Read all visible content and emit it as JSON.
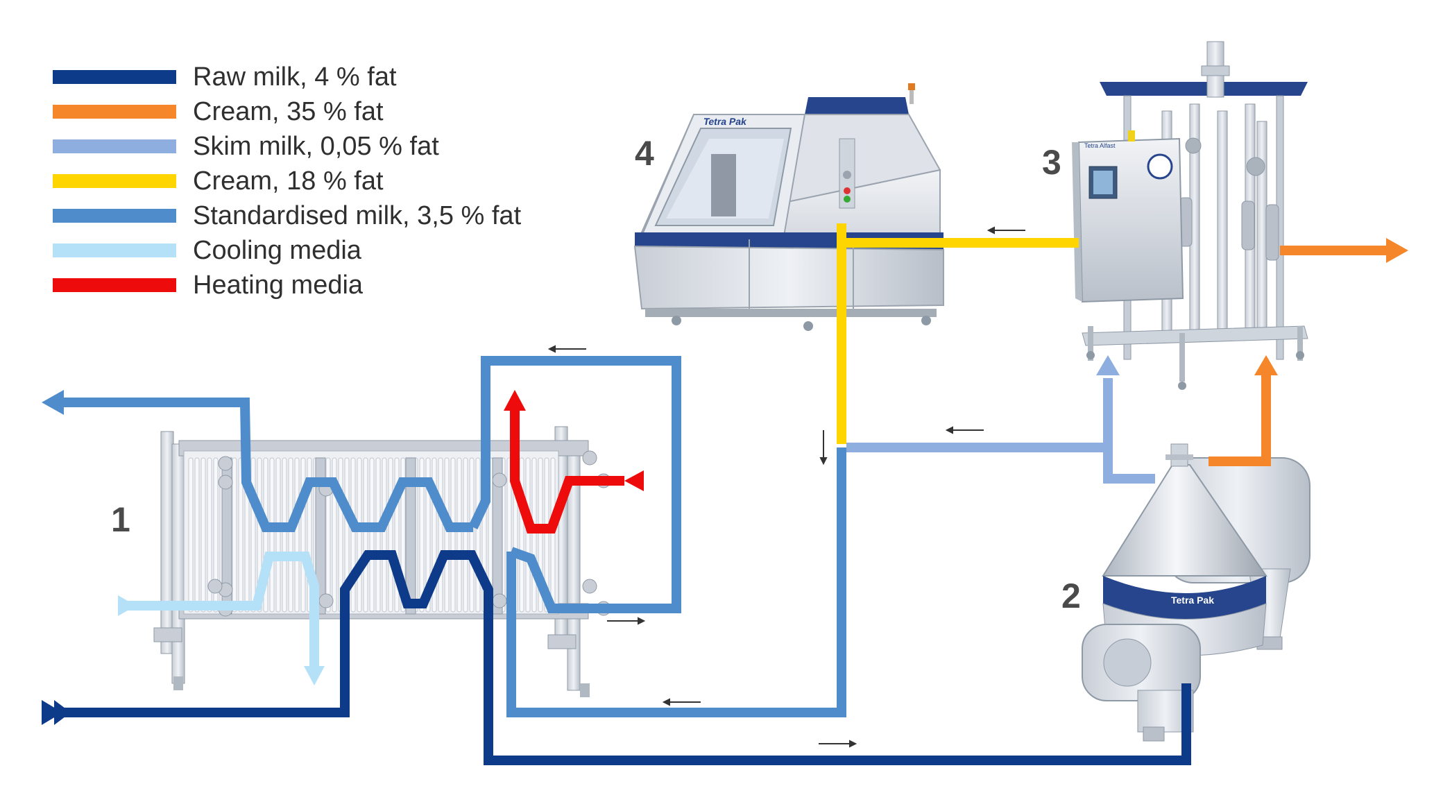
{
  "legend": [
    {
      "label": "Raw milk, 4 % fat",
      "color": "#0d3b8a"
    },
    {
      "label": "Cream, 35 % fat",
      "color": "#f5872a"
    },
    {
      "label": "Skim milk, 0,05 % fat",
      "color": "#8daedf"
    },
    {
      "label": "Cream, 18 % fat",
      "color": "#ffd500"
    },
    {
      "label": "Standardised milk, 3,5 % fat",
      "color": "#4f8ccb"
    },
    {
      "label": "Cooling media",
      "color": "#b5e1f8"
    },
    {
      "label": "Heating media",
      "color": "#ee0b0b"
    }
  ],
  "units": {
    "heat_exchanger": "1",
    "separator": "2",
    "standardisation_unit": "3",
    "filling_machine": "4"
  },
  "brand": {
    "separator": "Tetra Pak",
    "filling_machine": "Tetra Pak",
    "standardisation_unit": "Tetra Alfast"
  }
}
